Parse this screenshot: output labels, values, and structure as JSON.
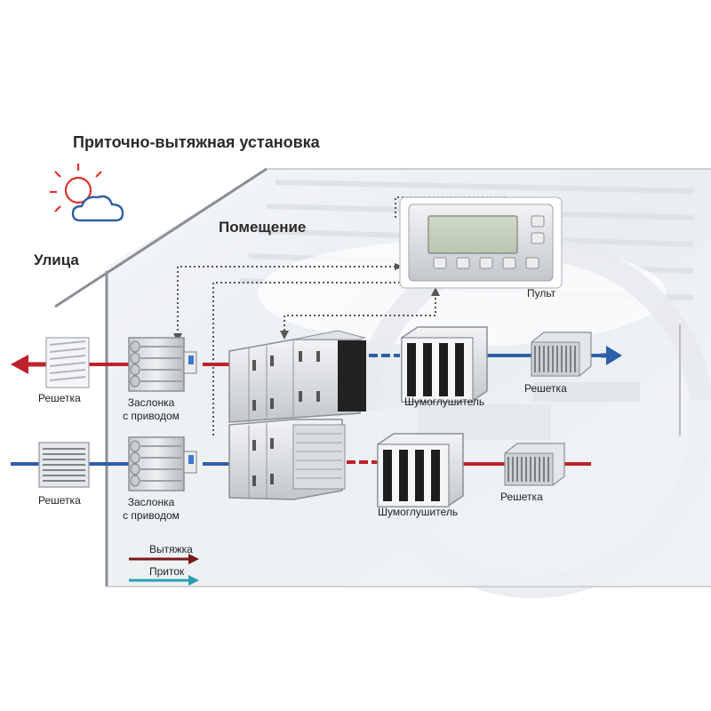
{
  "title": "Приточно-вытяжная установка",
  "zones": {
    "outside": "Улица",
    "room": "Помещение"
  },
  "components": {
    "remote": "Пульт",
    "grille_out_top": "Решетка",
    "grille_out_bottom": "Решетка",
    "damper_top_line1": "Заслонка",
    "damper_top_line2": "с приводом",
    "damper_bottom_line1": "Заслонка",
    "damper_bottom_line2": "с приводом",
    "silencer_top": "Шумоглушитель",
    "silencer_bottom": "Шумоглушитель",
    "grille_room_top": "Решетка",
    "grille_room_bottom": "Решетка"
  },
  "legend": {
    "exhaust": "Вытяжка",
    "supply": "Приток"
  },
  "colors": {
    "exhaust": "#c0202a",
    "supply": "#2f5fa6",
    "legend_exhaust": "#7a1a1a",
    "legend_supply": "#2aa0b0",
    "control_line": "#555555"
  },
  "icons": {
    "weather": "sun-cloud-icon"
  }
}
